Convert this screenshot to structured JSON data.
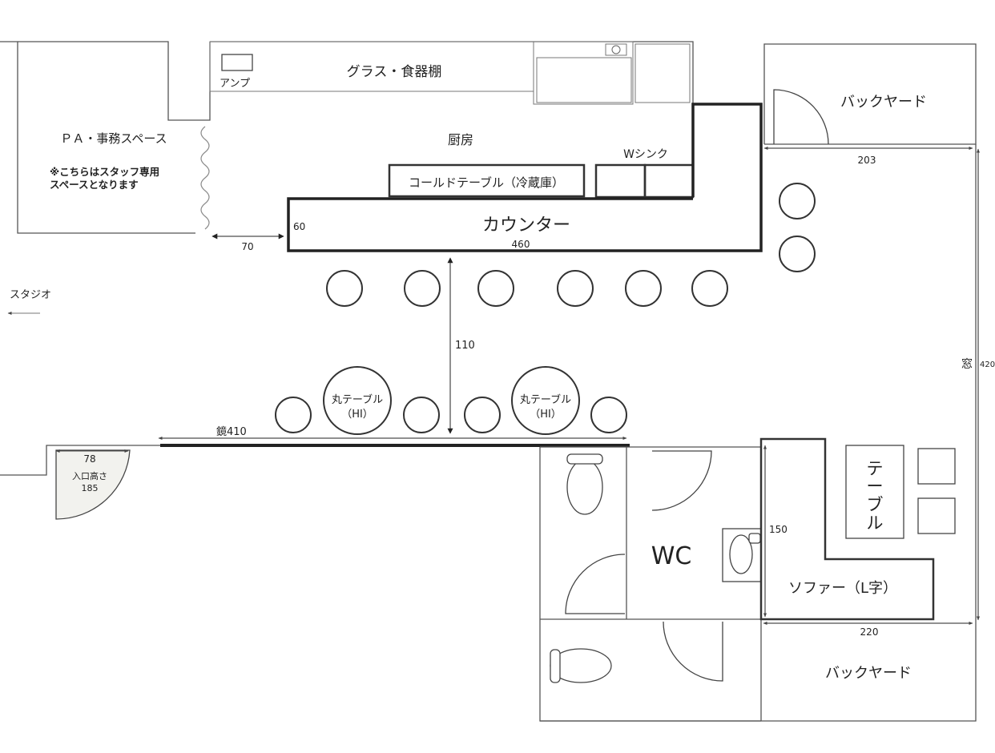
{
  "labels": {
    "glass_shelf": "グラス・食器棚",
    "amp": "アンプ",
    "pa_office": "ＰＡ・事務スペース",
    "staff_note_1": "※こちらはスタッフ専用",
    "staff_note_2": "スペースとなります",
    "kitchen": "厨房",
    "w_sink": "Wシンク",
    "cold_table": "コールドテーブル（冷蔵庫）",
    "counter": "カウンター",
    "studio": "スタジオ",
    "backyard_top": "バックヤード",
    "backyard_bottom": "バックヤード",
    "round_table_1_line1": "丸テーブル",
    "round_table_1_line2": "（HI）",
    "round_table_2_line1": "丸テーブル",
    "round_table_2_line2": "（HI）",
    "mirror": "鏡410",
    "entrance_height": "入口高さ",
    "wc": "WC",
    "sofa": "ソファー（L字）",
    "table_vertical": [
      "テ",
      "ー",
      "ブ",
      "ル"
    ],
    "window": "窓"
  },
  "dimensions": {
    "counter_depth": "60",
    "gap_to_pa": "70",
    "counter_length": "460",
    "aisle": "110",
    "backyard_width": "203",
    "right_wall_length": "420",
    "entrance_width": "78",
    "entrance_height_value": "185",
    "sofa_depth": "150",
    "sofa_width": "220"
  }
}
